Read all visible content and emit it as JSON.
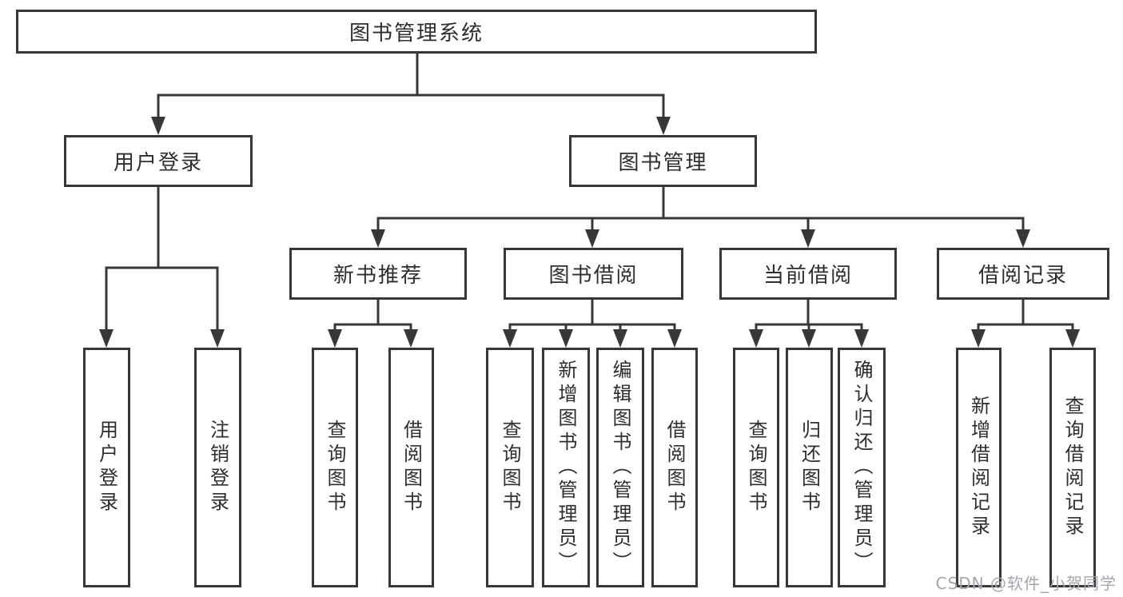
{
  "nodes": {
    "root": {
      "label": "图书管理系统"
    },
    "user_login": {
      "label": "用户登录"
    },
    "book_mgmt": {
      "label": "图书管理"
    },
    "new_book_rec": {
      "label": "新书推荐"
    },
    "book_borrow": {
      "label": "图书借阅"
    },
    "current_borrow": {
      "label": "当前借阅"
    },
    "borrow_records": {
      "label": "借阅记录"
    },
    "leaf_user_login": {
      "label": "用户登录"
    },
    "leaf_logout": {
      "label": "注销登录"
    },
    "leaf_newrec_query": {
      "label": "查询图书"
    },
    "leaf_newrec_borrow": {
      "label": "借阅图书"
    },
    "leaf_borrow_query": {
      "label": "查询图书"
    },
    "leaf_borrow_add": {
      "label": "新增图书（管理员）"
    },
    "leaf_borrow_edit": {
      "label": "编辑图书（管理员）"
    },
    "leaf_borrow_borrow": {
      "label": "借阅图书"
    },
    "leaf_current_query": {
      "label": "查询图书"
    },
    "leaf_current_return": {
      "label": "归还图书"
    },
    "leaf_current_confirm": {
      "label": "确认归还（管理员）"
    },
    "leaf_records_add": {
      "label": "新增借阅记录"
    },
    "leaf_records_query": {
      "label": "查询借阅记录"
    }
  },
  "watermark": {
    "text": "CSDN @软件_小贺同学"
  },
  "colors": {
    "line": "#373737",
    "box_border": "#373737",
    "text": "#2e2e2e",
    "watermark_text": "#a5a5ad",
    "background": "#ffffff"
  }
}
